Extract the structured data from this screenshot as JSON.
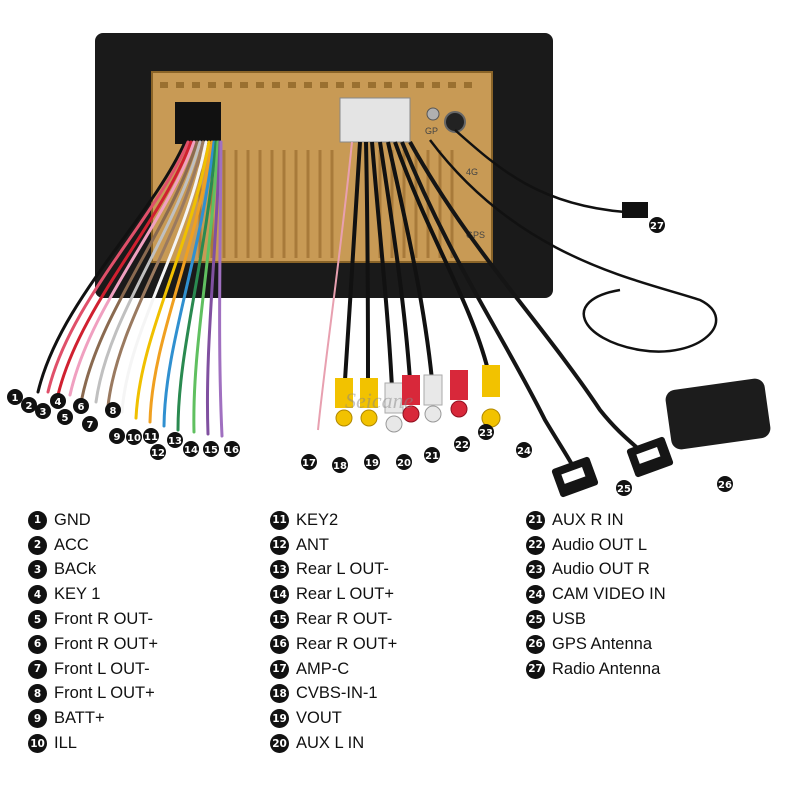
{
  "image": {
    "subject": "car radio head unit rear view with wiring harness",
    "watermark": "Seicane",
    "port_labels": [
      "GP",
      "4G",
      "GPS"
    ]
  },
  "legend": [
    {
      "number": "1",
      "label": "GND"
    },
    {
      "number": "2",
      "label": "ACC"
    },
    {
      "number": "3",
      "label": "BACk"
    },
    {
      "number": "4",
      "label": "KEY 1"
    },
    {
      "number": "5",
      "label": "Front R OUT-"
    },
    {
      "number": "6",
      "label": "Front R OUT+"
    },
    {
      "number": "7",
      "label": "Front L OUT-"
    },
    {
      "number": "8",
      "label": "Front L OUT+"
    },
    {
      "number": "9",
      "label": "BATT+"
    },
    {
      "number": "10",
      "label": "ILL"
    },
    {
      "number": "11",
      "label": "KEY2"
    },
    {
      "number": "12",
      "label": "ANT"
    },
    {
      "number": "13",
      "label": "Rear L OUT-"
    },
    {
      "number": "14",
      "label": "Rear L OUT+"
    },
    {
      "number": "15",
      "label": "Rear R OUT-"
    },
    {
      "number": "16",
      "label": "Rear R OUT+"
    },
    {
      "number": "17",
      "label": "AMP-C"
    },
    {
      "number": "18",
      "label": "CVBS-IN-1"
    },
    {
      "number": "19",
      "label": "VOUT"
    },
    {
      "number": "20",
      "label": "AUX L IN"
    },
    {
      "number": "21",
      "label": "AUX R IN"
    },
    {
      "number": "22",
      "label": "Audio OUT L"
    },
    {
      "number": "23",
      "label": "Audio OUT R"
    },
    {
      "number": "24",
      "label": "CAM VIDEO IN"
    },
    {
      "number": "25",
      "label": "USB"
    },
    {
      "number": "26",
      "label": "GPS Antenna"
    },
    {
      "number": "27",
      "label": "Radio Antenna"
    }
  ],
  "colors": {
    "frame": "#1a1a1a",
    "chassis": "#c89a55",
    "chassis_dark": "#a87a3a",
    "rca_yellow": "#f2c200",
    "rca_red": "#d8283a",
    "rca_white": "#e8e8e8",
    "usb_black": "#151515",
    "gps_black": "#1c1c1c"
  }
}
